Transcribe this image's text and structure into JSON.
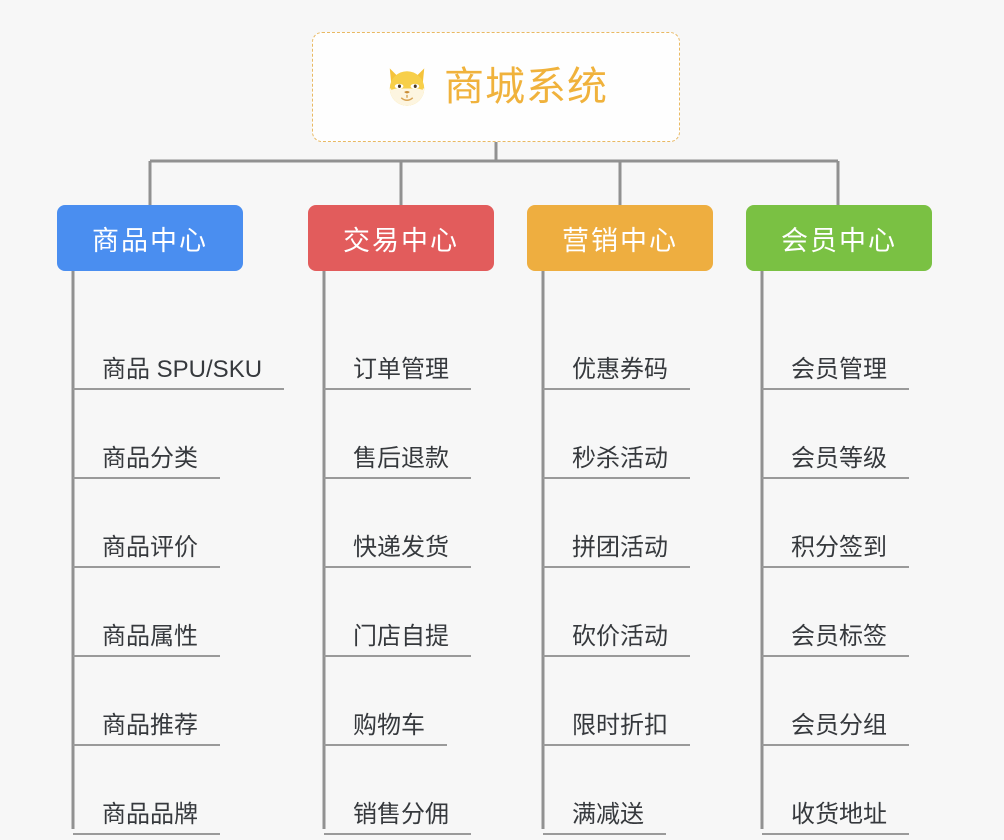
{
  "root": {
    "title": "商城系统",
    "icon": "shiba-dog-face-icon",
    "border_color": "#e9b963",
    "text_color": "#f0b23c",
    "background": "#fefefe"
  },
  "canvas": {
    "background": "#f7f7f7",
    "connector_color": "#919191"
  },
  "branches": [
    {
      "id": "b1",
      "label": "商品中心",
      "color": "#4a8ef0",
      "items": [
        "商品 SPU/SKU",
        "商品分类",
        "商品评价",
        "商品属性",
        "商品推荐",
        "商品品牌"
      ]
    },
    {
      "id": "b2",
      "label": "交易中心",
      "color": "#e25c5c",
      "items": [
        "订单管理",
        "售后退款",
        "快递发货",
        "门店自提",
        "购物车",
        "销售分佣"
      ]
    },
    {
      "id": "b3",
      "label": "营销中心",
      "color": "#eeae40",
      "items": [
        "优惠券码",
        "秒杀活动",
        "拼团活动",
        "砍价活动",
        "限时折扣",
        "满减送"
      ]
    },
    {
      "id": "b4",
      "label": "会员中心",
      "color": "#7ac143",
      "items": [
        "会员管理",
        "会员等级",
        "积分签到",
        "会员标签",
        "会员分组",
        "收货地址"
      ]
    }
  ]
}
